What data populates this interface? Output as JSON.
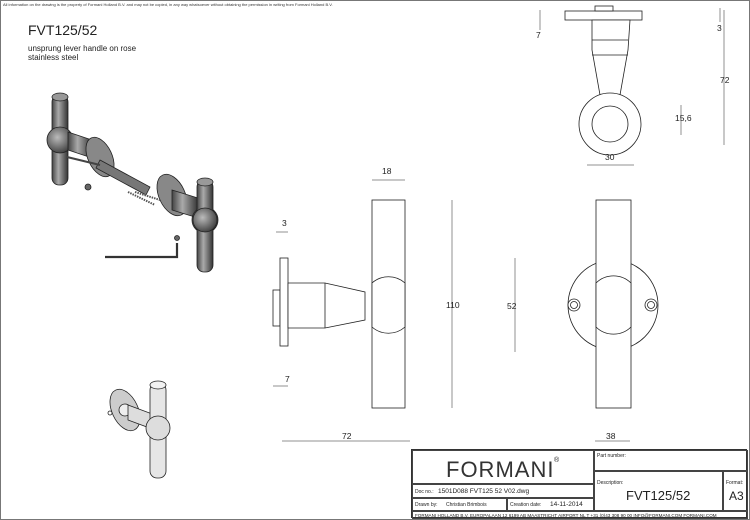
{
  "disclaimer": "All information on the drawing is the property of Formani Holland B.V. and may not be copied, in any way whatsoever without obtaining the permission in writing from Formani Holland B.V.",
  "header": {
    "title": "FVT125/52",
    "description_lines": [
      "unsprung lever handle on rose",
      "stainless steel"
    ]
  },
  "dimensions": {
    "side_bar_width": "18",
    "side_rose_thickness": "3",
    "side_height": "110",
    "side_stub": "7",
    "side_depth": "72",
    "front_rose": "52",
    "front_width": "38",
    "top_rose": "7",
    "top_plate": "3",
    "top_height": "72",
    "top_ring": "15,6",
    "top_width": "30"
  },
  "title_block": {
    "logo": "FORMANI",
    "logo_mark": "®",
    "doc_no_label": "Doc no.:",
    "doc_no": "1501D088 FVT125 52 V02.dwg",
    "drawn_by_label": "Drawn by:",
    "drawn_by": "Christian Brimbois",
    "creation_date_label": "Creation date:",
    "creation_date": "14-11-2014",
    "part_number_label": "Part number:",
    "description_label": "Description:",
    "description": "FVT125/52",
    "format_label": "Format:",
    "format": "A3",
    "footer": "FORMANI HOLLAND B.V. EUROPALAAN 12 6199 AB MAASTRICHT AIRPORT NL T +31 (0)43 308 90 00  INFO@FORMANI.COM FORMANI.COM"
  }
}
